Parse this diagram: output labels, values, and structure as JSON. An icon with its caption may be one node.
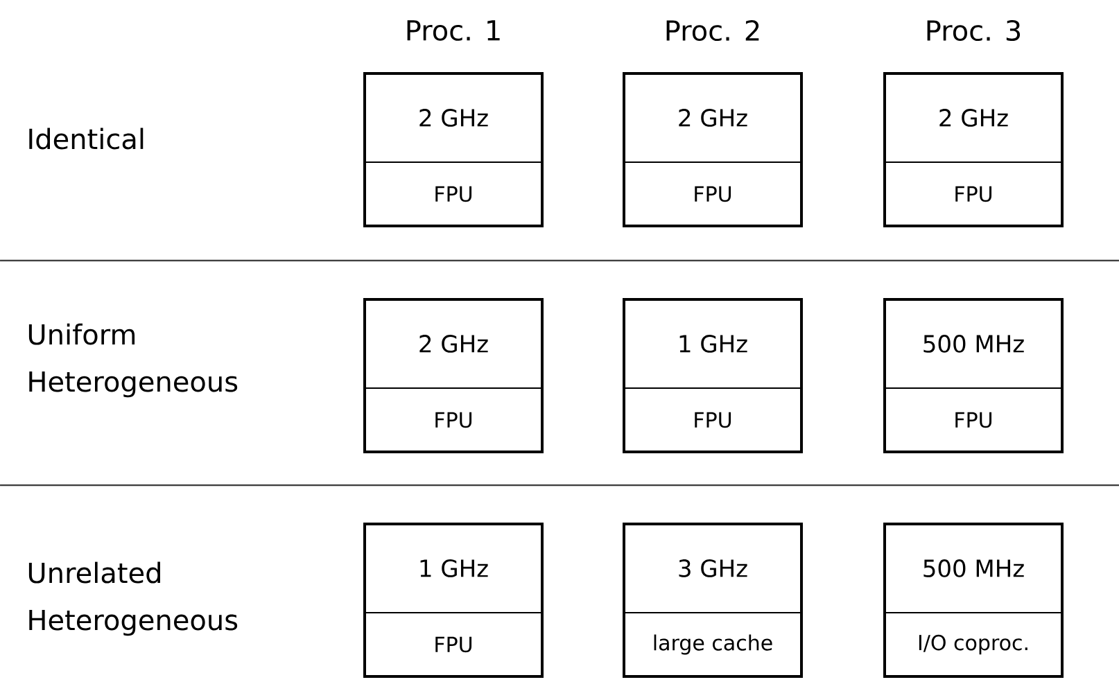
{
  "diagram": {
    "nodes": [
      {
        "text": [
          "2 GHz",
          "FPU"
        ]
      },
      {
        "text": [
          "2 GHz",
          "FPU"
        ]
      },
      {
        "text": [
          "2 GHz",
          "FPU"
        ]
      },
      {
        "text": [
          "2 GHz",
          "FPU"
        ]
      },
      {
        "text": [
          "1 GHz",
          "FPU"
        ]
      },
      {
        "text": [
          "500 MHz",
          "FPU"
        ]
      },
      {
        "text": [
          "1 GHz",
          "FPU"
        ]
      },
      {
        "text": [
          "3 GHz",
          "large cache"
        ]
      },
      {
        "text": [
          "500 MHz",
          "I/O coproc."
        ]
      }
    ],
    "labels": [
      "Proc. 1",
      "Proc. 2",
      "Proc. 3",
      "Identical",
      "Uniform Heterogeneous",
      "Unrelated Heterogeneous"
    ]
  }
}
